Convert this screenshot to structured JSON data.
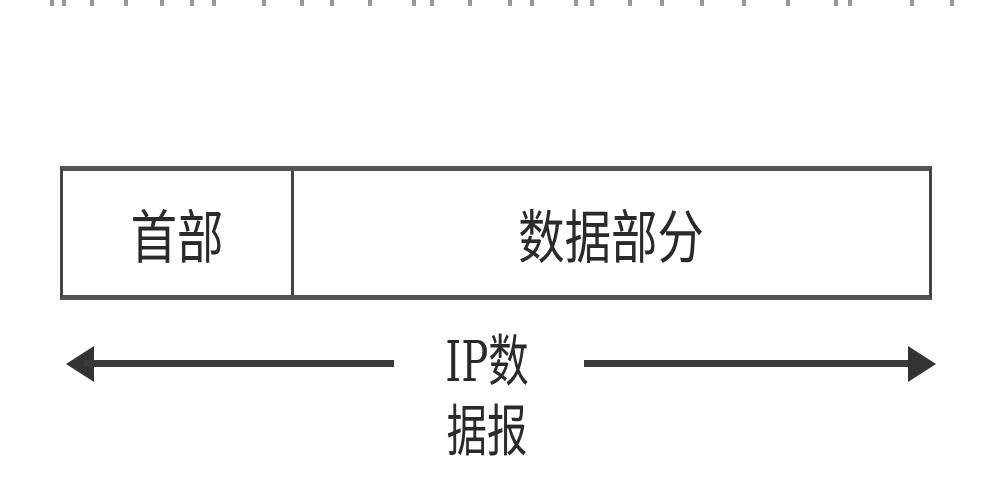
{
  "diagram": {
    "fields": [
      {
        "label": "首部"
      },
      {
        "label": "数据部分"
      }
    ],
    "span_label": "IP数据报",
    "colors": {
      "line": "#3a3a3a",
      "text": "#2a2a2a",
      "background": "#ffffff"
    }
  }
}
